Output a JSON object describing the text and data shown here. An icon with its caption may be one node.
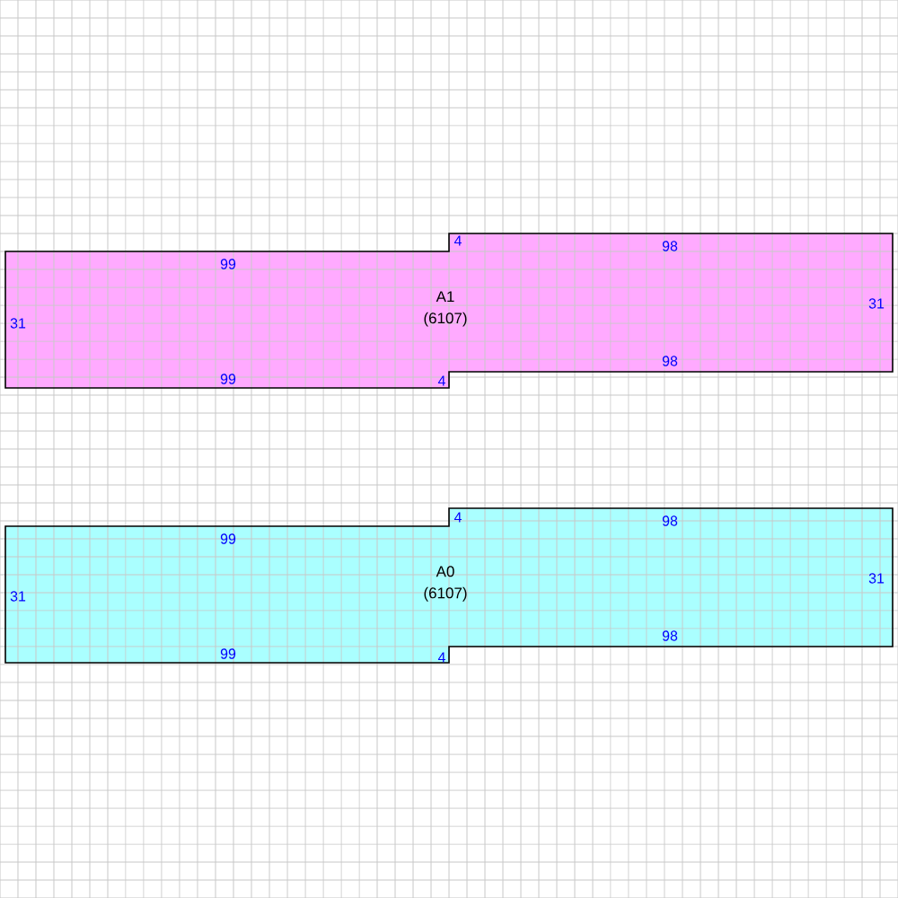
{
  "diagram": {
    "nodes": [
      {
        "text": [
          "A1",
          "(6107)"
        ]
      },
      {
        "text": [
          "A0",
          "(6107)"
        ]
      }
    ],
    "labels": [
      "99",
      "4",
      "98",
      "31",
      "31",
      "99",
      "4",
      "98",
      "99",
      "4",
      "98",
      "31",
      "31",
      "99",
      "4",
      "98"
    ]
  }
}
